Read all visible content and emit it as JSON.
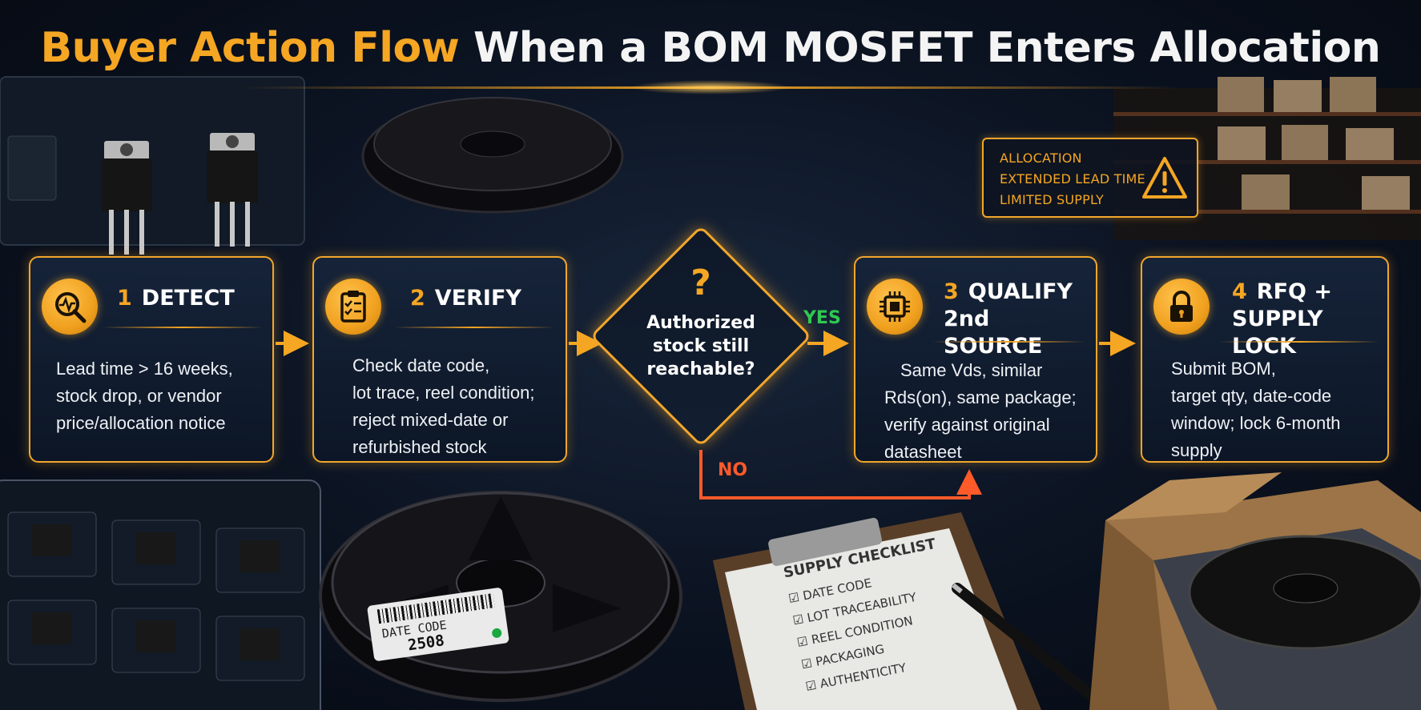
{
  "title": {
    "part1": "Buyer Action Flow",
    "part2": "When a BOM MOSFET Enters Allocation"
  },
  "alert": {
    "lines": [
      "ALLOCATION",
      "EXTENDED LEAD TIME",
      "LIMITED SUPPLY"
    ],
    "icon": "warning-triangle-icon"
  },
  "steps": [
    {
      "num": "1",
      "label": "DETECT",
      "icon": "magnifier-pulse-icon",
      "body": [
        "Lead time > 16 weeks,",
        "stock drop, or vendor",
        "price/allocation notice"
      ]
    },
    {
      "num": "2",
      "label": "VERIFY",
      "icon": "clipboard-check-icon",
      "body": [
        "Check date code,",
        "lot trace, reel condition;",
        "reject mixed-date or",
        "refurbished stock"
      ]
    },
    {
      "num": "3",
      "label": [
        "QUALIFY",
        "2nd SOURCE"
      ],
      "icon": "chip-icon",
      "body": [
        "Same Vds, similar",
        "Rds(on), same package;",
        "verify against original",
        "datasheet"
      ]
    },
    {
      "num": "4",
      "label": [
        "RFQ +",
        "SUPPLY LOCK"
      ],
      "icon": "padlock-icon",
      "body": [
        "Submit BOM,",
        "target qty, date-code",
        "window; lock 6-month",
        "supply"
      ]
    }
  ],
  "decision": {
    "symbol": "?",
    "lines": [
      "Authorized",
      "stock still",
      "reachable?"
    ],
    "yes": "YES",
    "no": "NO"
  },
  "checklist": {
    "title": "SUPPLY CHECKLIST",
    "items": [
      "DATE CODE",
      "LOT TRACEABILITY",
      "REEL CONDITION",
      "PACKAGING",
      "AUTHENTICITY"
    ]
  },
  "reel_label": {
    "title": "DATE CODE",
    "code": "2508"
  },
  "colors": {
    "accent": "#f5a623",
    "yes": "#2fc850",
    "no": "#ff5a2a",
    "background": "#0b1220"
  }
}
